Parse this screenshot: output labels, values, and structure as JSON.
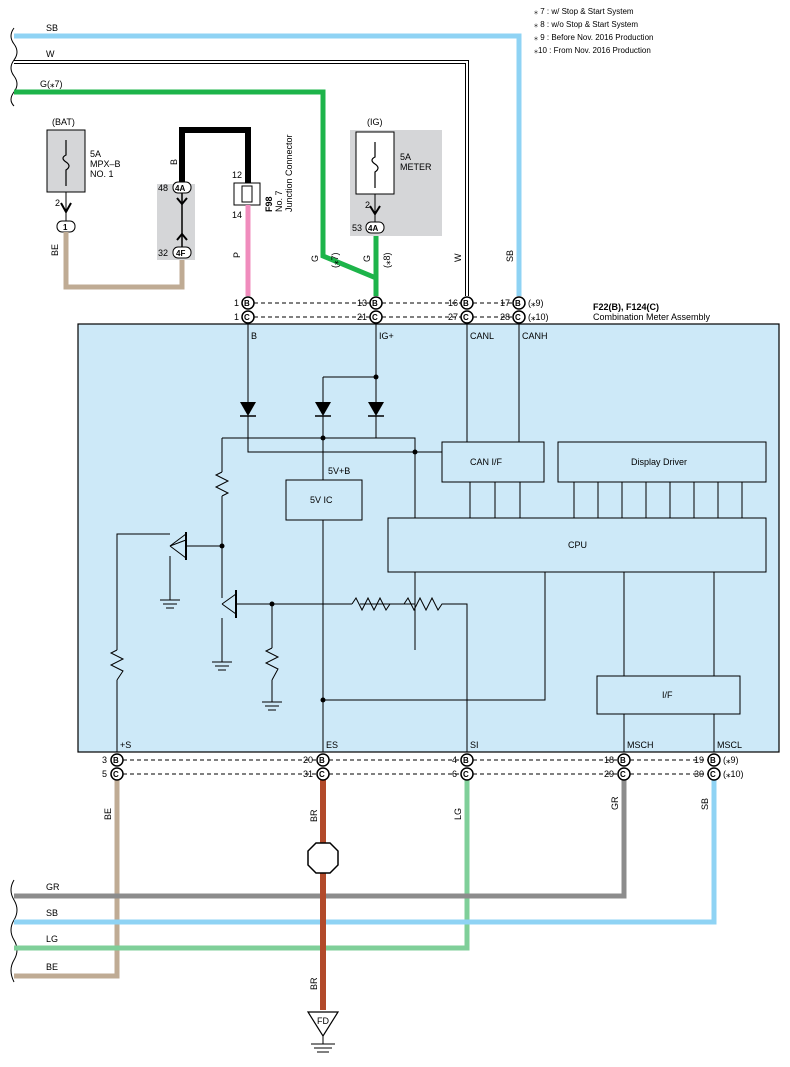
{
  "notes": [
    "⁎ 7 : w/ Stop & Start System",
    "⁎ 8 : w/o Stop & Start System",
    "⁎ 9 : Before Nov.  2016 Production",
    "⁎10 : From Nov.  2016 Production"
  ],
  "colors": {
    "SB": "#8fd3f4",
    "G": "#1db44a",
    "P": "#f08cbd",
    "BE": "#bfab94",
    "BR": "#b24a2a",
    "LG": "#7fcf99",
    "GR": "#8c8c8c",
    "B": "#000000",
    "W": "#ffffff",
    "module_fill": "#cde9f8",
    "fuse_fill": "#d5d6d8"
  },
  "top_wires": {
    "sb": "SB",
    "w": "W",
    "g": "G(⁎7)"
  },
  "bottom_wires": {
    "gr": "GR",
    "sb": "SB",
    "lg": "LG",
    "be": "BE"
  },
  "fuse_bat": {
    "source": "(BAT)",
    "line1": "5A",
    "line2": "MPX–B",
    "line3": "NO. 1",
    "pin": "2",
    "conn": "1"
  },
  "fuse_ig": {
    "source": "(IG)",
    "line1": "5A",
    "line2": "METER",
    "pin": "2",
    "conn_num": "53",
    "conn": "4A"
  },
  "jc": {
    "conn_a": "4A",
    "conn_a_num": "48",
    "conn_b": "4F",
    "conn_b_num": "32",
    "id": "F98",
    "name1": "No. 7",
    "name2": "Junction Connector",
    "pin_top": "12",
    "pin_bot": "14"
  },
  "wire_labels": {
    "be_left": "BE",
    "b": "B",
    "p": "P",
    "g1": "G",
    "g1_note": "(⁎7)",
    "g2": "G",
    "g2_note": "(⁎8)",
    "w": "W",
    "sb": "SB"
  },
  "module": {
    "title1": "F22(B), F124(C)",
    "title2": "Combination Meter Assembly",
    "blocks": {
      "can": "CAN I/F",
      "display": "Display Driver",
      "ic": "5V IC",
      "cpu": "CPU",
      "if": "I/F"
    },
    "sig_top": {
      "b": "B",
      "ig": "IG+",
      "canl": "CANL",
      "canh": "CANH",
      "fivevb": "5V+B"
    },
    "sig_bot": {
      "s": "+S",
      "es": "ES",
      "si": "SI",
      "msch": "MSCH",
      "mscl": "MSCL"
    }
  },
  "top_pins": {
    "b_num1": "1",
    "b_conn1": "B",
    "b_num2": "1",
    "b_conn2": "C",
    "ig_num1": "13",
    "ig_conn1": "B",
    "ig_num2": "21",
    "ig_conn2": "C",
    "canl_num1": "16",
    "canl_conn1": "B",
    "canl_num2": "27",
    "canl_conn2": "C",
    "canh_num1": "17",
    "canh_conn1": "B",
    "canh_note1": "(⁎9)",
    "canh_num2": "28",
    "canh_conn2": "C",
    "canh_note2": "(⁎10)"
  },
  "bottom_pins": {
    "s_num1": "3",
    "s_conn1": "B",
    "s_num2": "5",
    "s_conn2": "C",
    "es_num1": "20",
    "es_conn1": "B",
    "es_num2": "31",
    "es_conn2": "C",
    "si_num1": "4",
    "si_conn1": "B",
    "si_num2": "6",
    "si_conn2": "C",
    "msch_num1": "18",
    "msch_conn1": "B",
    "msch_num2": "29",
    "msch_conn2": "C",
    "mscl_num1": "19",
    "mscl_conn1": "B",
    "mscl_note1": "(⁎9)",
    "mscl_num2": "30",
    "mscl_conn2": "C",
    "mscl_note2": "(⁎10)"
  },
  "bottom_labels": {
    "be": "BE",
    "br1": "BR",
    "lg": "LG",
    "gr": "GR",
    "sb": "SB",
    "br2": "BR"
  },
  "ground": "FD"
}
